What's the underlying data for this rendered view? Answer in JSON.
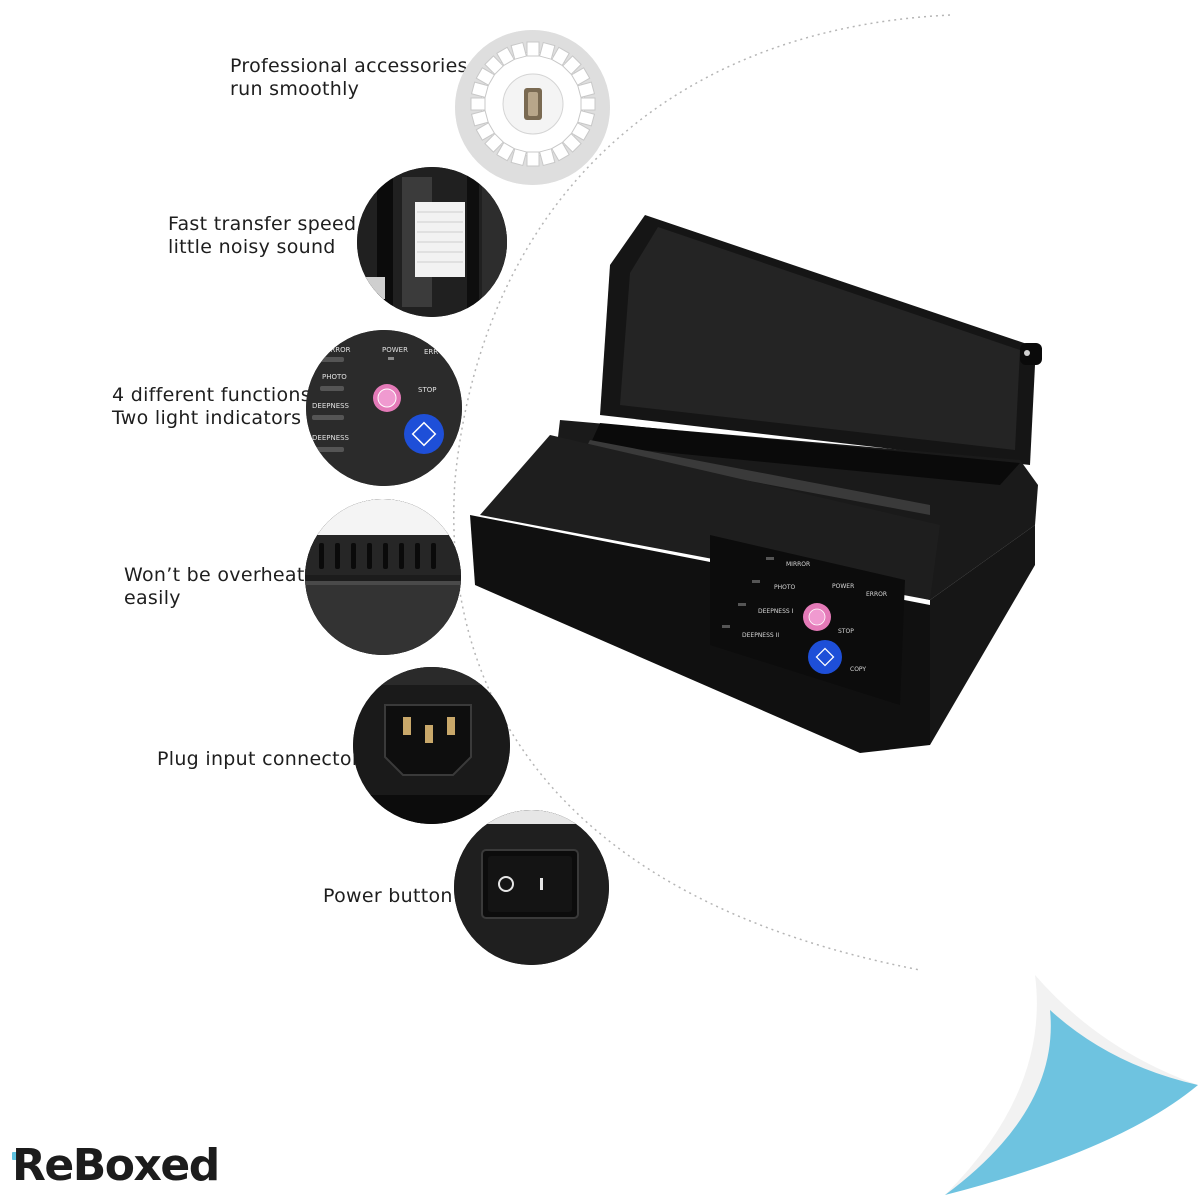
{
  "features": [
    {
      "id": "accessories",
      "label": "Professional accessories,\nrun smoothly",
      "icon": "gear-icon"
    },
    {
      "id": "speed",
      "label": "Fast transfer speed,\nlittle noisy sound",
      "icon": "roller-icon"
    },
    {
      "id": "functions",
      "label": "4 different functions,\nTwo light indicators",
      "icon": "control-panel-icon"
    },
    {
      "id": "overheat",
      "label": "Won’t be overheat\neasily",
      "icon": "vent-icon"
    },
    {
      "id": "plug",
      "label": "Plug input connector",
      "icon": "plug-socket-icon"
    },
    {
      "id": "power",
      "label": "Power button",
      "icon": "power-switch-icon"
    }
  ],
  "panel_closeup": {
    "buttons": [
      "ERROR",
      "POWER",
      "ERR",
      "PHOTO",
      "STOP",
      "DEEPNESS",
      "DEEPNESS"
    ]
  },
  "printer_panel": {
    "labels": [
      "MIRROR",
      "PHOTO",
      "POWER",
      "ERROR",
      "DEEPNESS I",
      "STOP",
      "DEEPNESS II",
      "COPY"
    ]
  },
  "brand": {
    "name": "ReBoxed"
  },
  "colors": {
    "accent_pink": "#e47ab8",
    "accent_blue": "#1e4fd8",
    "corner_blue": "#6ec3e0",
    "brand_mark": "#5ec2e0"
  }
}
